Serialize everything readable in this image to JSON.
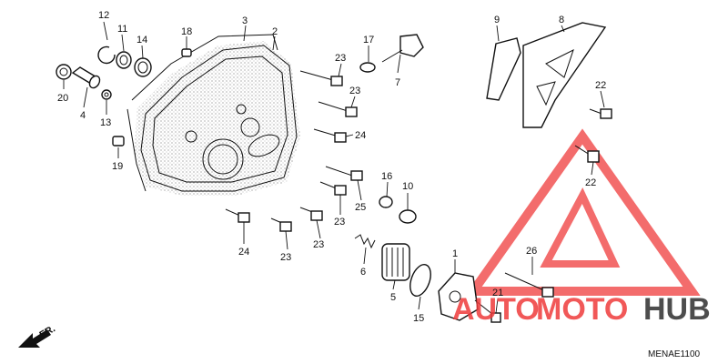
{
  "diagram_code": "MENAE1100",
  "front_indicator": "FR.",
  "watermark": {
    "word_a": "AUTO",
    "word_b": "MOTO",
    "word_c": "HUB",
    "color_primary": "#ef3b3b",
    "color_dark": "#3a3a3a"
  },
  "callouts": [
    {
      "id": "c1",
      "text": "1"
    },
    {
      "id": "c2",
      "text": "2"
    },
    {
      "id": "c3",
      "text": "3"
    },
    {
      "id": "c4",
      "text": "4"
    },
    {
      "id": "c5",
      "text": "5"
    },
    {
      "id": "c6",
      "text": "6"
    },
    {
      "id": "c7",
      "text": "7"
    },
    {
      "id": "c8",
      "text": "8"
    },
    {
      "id": "c9",
      "text": "9"
    },
    {
      "id": "c10",
      "text": "10"
    },
    {
      "id": "c11",
      "text": "11"
    },
    {
      "id": "c12",
      "text": "12"
    },
    {
      "id": "c13",
      "text": "13"
    },
    {
      "id": "c14",
      "text": "14"
    },
    {
      "id": "c15",
      "text": "15"
    },
    {
      "id": "c16",
      "text": "16"
    },
    {
      "id": "c17",
      "text": "17"
    },
    {
      "id": "c18",
      "text": "18"
    },
    {
      "id": "c19",
      "text": "19"
    },
    {
      "id": "c20",
      "text": "20"
    },
    {
      "id": "c21",
      "text": "21"
    },
    {
      "id": "c22a",
      "text": "22"
    },
    {
      "id": "c22b",
      "text": "22"
    },
    {
      "id": "c23a",
      "text": "23"
    },
    {
      "id": "c23b",
      "text": "23"
    },
    {
      "id": "c23c",
      "text": "23"
    },
    {
      "id": "c23d",
      "text": "23"
    },
    {
      "id": "c23e",
      "text": "23"
    },
    {
      "id": "c24a",
      "text": "24"
    },
    {
      "id": "c24b",
      "text": "24"
    },
    {
      "id": "c25",
      "text": "25"
    },
    {
      "id": "c26",
      "text": "26"
    }
  ]
}
